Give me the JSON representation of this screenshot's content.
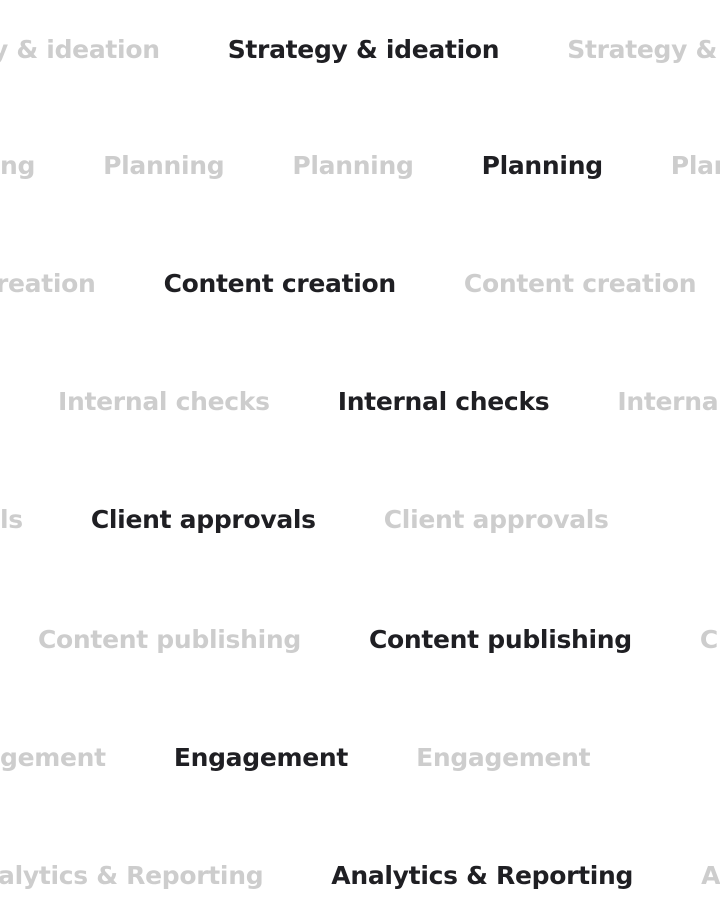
{
  "rows": [
    {
      "label": "Strategy & ideation",
      "visible_items": [
        "y & ideation",
        "Strategy & ideation",
        "Strategy &"
      ],
      "active_index": 1
    },
    {
      "label": "Planning",
      "visible_items": [
        "ng",
        "Planning",
        "Planning",
        "Planning",
        "Plar"
      ],
      "active_index": 3
    },
    {
      "label": "Content creation",
      "visible_items": [
        "reation",
        "Content creation",
        "Content creation"
      ],
      "active_index": 1
    },
    {
      "label": "Internal checks",
      "visible_items": [
        "Internal checks",
        "Internal checks",
        "Internal"
      ],
      "active_index": 1
    },
    {
      "label": "Client approvals",
      "visible_items": [
        "ls",
        "Client approvals",
        "Client approvals"
      ],
      "active_index": 1
    },
    {
      "label": "Content publishing",
      "visible_items": [
        "Content publishing",
        "Content publishing",
        "C"
      ],
      "active_index": 1
    },
    {
      "label": "Engagement",
      "visible_items": [
        "gement",
        "Engagement",
        "Engagement"
      ],
      "active_index": 1
    },
    {
      "label": "Analytics & Reporting",
      "visible_items": [
        "alytics & Reporting",
        "Analytics & Reporting",
        "An"
      ],
      "active_index": 1
    }
  ],
  "colors": {
    "active": "#1f1f23",
    "inactive": "#cdcdcd",
    "background": "#ffffff"
  }
}
